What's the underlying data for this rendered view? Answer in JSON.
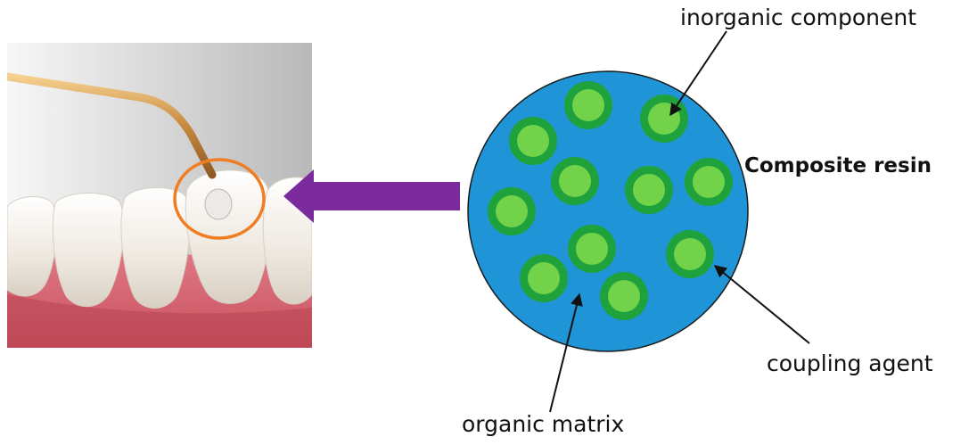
{
  "labels": {
    "inorganic_component": "inorganic component",
    "composite_resin": "Composite resin",
    "coupling_agent": "coupling agent",
    "organic_matrix": "organic matrix"
  },
  "colors": {
    "resin_blue": "#1f95d8",
    "resin_outline": "#1a1a1a",
    "filler_core": "#72d24a",
    "filler_ring": "#1fa13c",
    "arrow_purple": "#7b2b9b",
    "highlight_orange": "#f07d22",
    "gum": "#d9707a",
    "tooth": "#f2eee8",
    "instrument_gold": "#d7a35c"
  },
  "icons": {
    "image": "dental-photo",
    "transfer": "arrow-left-icon",
    "pointer": "arrow-icon"
  }
}
